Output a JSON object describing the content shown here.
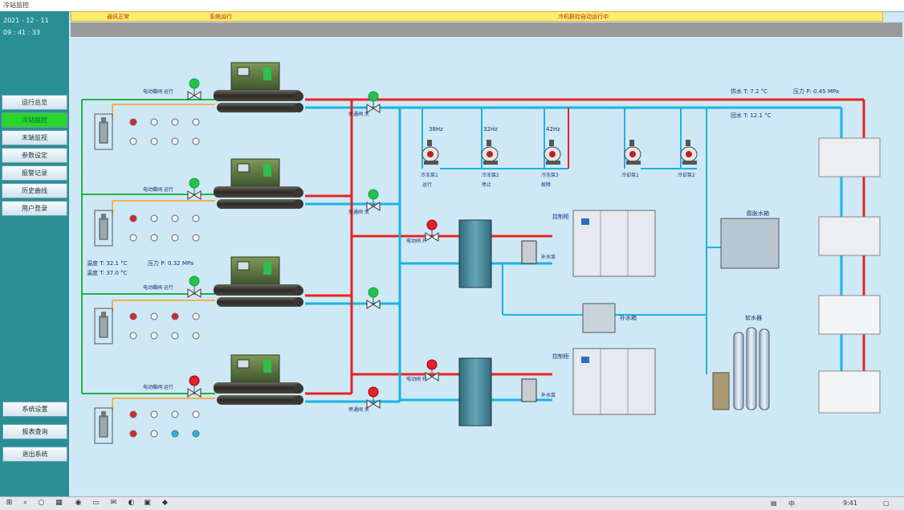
{
  "window": {
    "title": "冷站监控"
  },
  "clock": {
    "date": "2021 - 12 - 11",
    "time": "09 : 41 : 33"
  },
  "alarm_bar": {
    "item1": "通讯正常",
    "item2": "系统运行",
    "item3": "冷机群控自动运行中"
  },
  "menu": [
    {
      "label": "运行总览",
      "active": false
    },
    {
      "label": "冷站监控",
      "active": true
    },
    {
      "label": "末端监视",
      "active": false
    },
    {
      "label": "参数设定",
      "active": false
    },
    {
      "label": "报警记录",
      "active": false
    },
    {
      "label": "历史曲线",
      "active": false
    },
    {
      "label": "用户登录",
      "active": false
    }
  ],
  "bottom_buttons": [
    "系统设置",
    "报表查询",
    "退出系统"
  ],
  "labels": {
    "chiller_valve": "电动蝶阀 运行",
    "pump_names": [
      "冷冻泵1",
      "冷冻泵2",
      "冷冻泵3",
      "冷却泵1",
      "冷却泵2"
    ],
    "pump_flags": [
      "运行",
      "停止",
      "故障"
    ],
    "pump_freqs": [
      "38Hz",
      "32Hz",
      "42Hz"
    ],
    "supply_temp": "供水 T: 7.2 °C",
    "return_temp": "回水 T: 12.1 °C",
    "supply_press": "压力 P: 0.45 MPa",
    "mid_temp1": "温度 T: 32.1 °C",
    "mid_temp2": "温度 T: 37.0 °C",
    "mid_press": "压力 P: 0.32 MPa",
    "heat_ex_valve": "电动阀 开",
    "bypass_valve": "旁通阀 关",
    "softener": "软水器",
    "water_tank": "膨胀水箱",
    "aux_tank": "补水箱",
    "control_panel_tag": "控制柜",
    "pump_small_tag": "补水泵"
  },
  "colors": {
    "hot": "#e8231f",
    "cold": "#1ab4e0",
    "cooling": "#1ab4e0",
    "green_line": "#24b04a",
    "orange_line": "#f2b24a",
    "sidebar": "#2a8f95",
    "active_menu": "#29d629"
  },
  "tray": {
    "lang": "中",
    "time": "9:41"
  }
}
